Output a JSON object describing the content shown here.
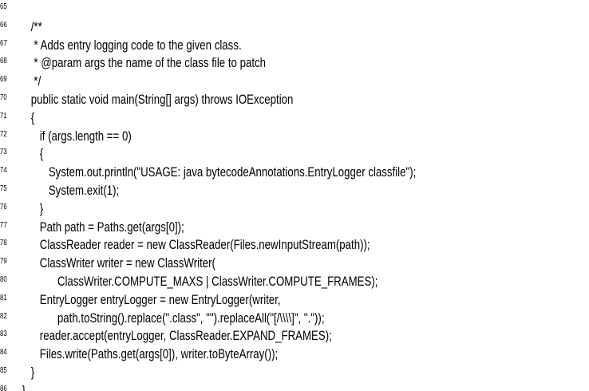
{
  "listing": {
    "lines": [
      {
        "number": "65",
        "code": ""
      },
      {
        "number": "66",
        "code": "    /**"
      },
      {
        "number": "67",
        "code": "     * Adds entry logging code to the given class."
      },
      {
        "number": "68",
        "code": "     * @param args the name of the class file to patch"
      },
      {
        "number": "69",
        "code": "     */"
      },
      {
        "number": "70",
        "code": "    public static void main(String[] args) throws IOException"
      },
      {
        "number": "71",
        "code": "    {"
      },
      {
        "number": "72",
        "code": "       if (args.length == 0)"
      },
      {
        "number": "73",
        "code": "       {"
      },
      {
        "number": "74",
        "code": "          System.out.println(\"USAGE: java bytecodeAnnotations.EntryLogger classfile\");"
      },
      {
        "number": "75",
        "code": "          System.exit(1);"
      },
      {
        "number": "76",
        "code": "       }"
      },
      {
        "number": "77",
        "code": "       Path path = Paths.get(args[0]);"
      },
      {
        "number": "78",
        "code": "       ClassReader reader = new ClassReader(Files.newInputStream(path));"
      },
      {
        "number": "79",
        "code": "       ClassWriter writer = new ClassWriter("
      },
      {
        "number": "80",
        "code": "             ClassWriter.COMPUTE_MAXS | ClassWriter.COMPUTE_FRAMES);"
      },
      {
        "number": "81",
        "code": "       EntryLogger entryLogger = new EntryLogger(writer,"
      },
      {
        "number": "82",
        "code": "             path.toString().replace(\".class\", \"\").replaceAll(\"[/\\\\\\\\]\", \".\"));"
      },
      {
        "number": "83",
        "code": "       reader.accept(entryLogger, ClassReader.EXPAND_FRAMES);"
      },
      {
        "number": "84",
        "code": "       Files.write(Paths.get(args[0]), writer.toByteArray());"
      },
      {
        "number": "85",
        "code": "    }"
      },
      {
        "number": "86",
        "code": " }"
      }
    ]
  }
}
